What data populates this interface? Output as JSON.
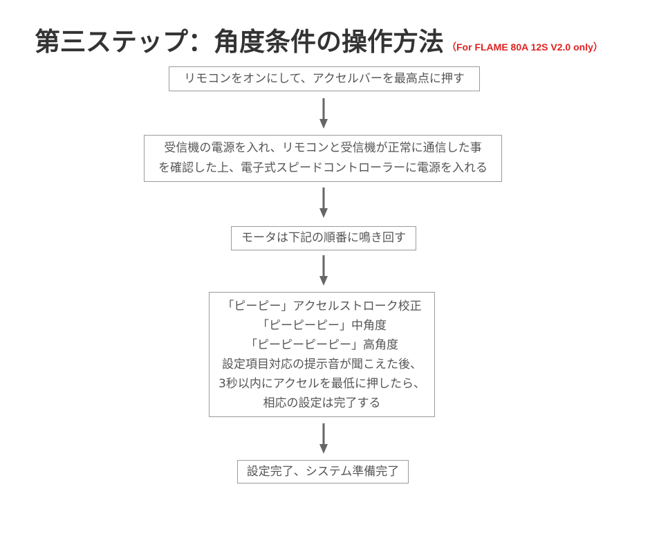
{
  "title": {
    "main": "第三ステップ：角度条件の操作方法",
    "sub": "（For FLAME 80A 12S V2.0 only）"
  },
  "steps": [
    {
      "lines": [
        "リモコンをオンにして、アクセルバーを最高点に押す"
      ]
    },
    {
      "lines": [
        "受信機の電源を入れ、リモコンと受信機が正常に通信した事",
        "を確認した上、電子式スピードコントローラーに電源を入れる"
      ]
    },
    {
      "lines": [
        "モータは下記の順番に鳴き回す"
      ]
    },
    {
      "lines": [
        "「ピーピー」アクセルストローク校正",
        "「ピーピーピー」中角度",
        "「ピーピーピーピー」高角度",
        "設定項目対応の提示音が聞こえた後、",
        "3秒以内にアクセルを最低に押したら、",
        "相応の設定は完了する"
      ]
    },
    {
      "lines": [
        "設定完了、システム準備完了"
      ]
    }
  ],
  "colors": {
    "title": "#333333",
    "subtitle": "#e02020",
    "border": "#9a9a9a",
    "text": "#555555",
    "arrow": "#666666"
  }
}
